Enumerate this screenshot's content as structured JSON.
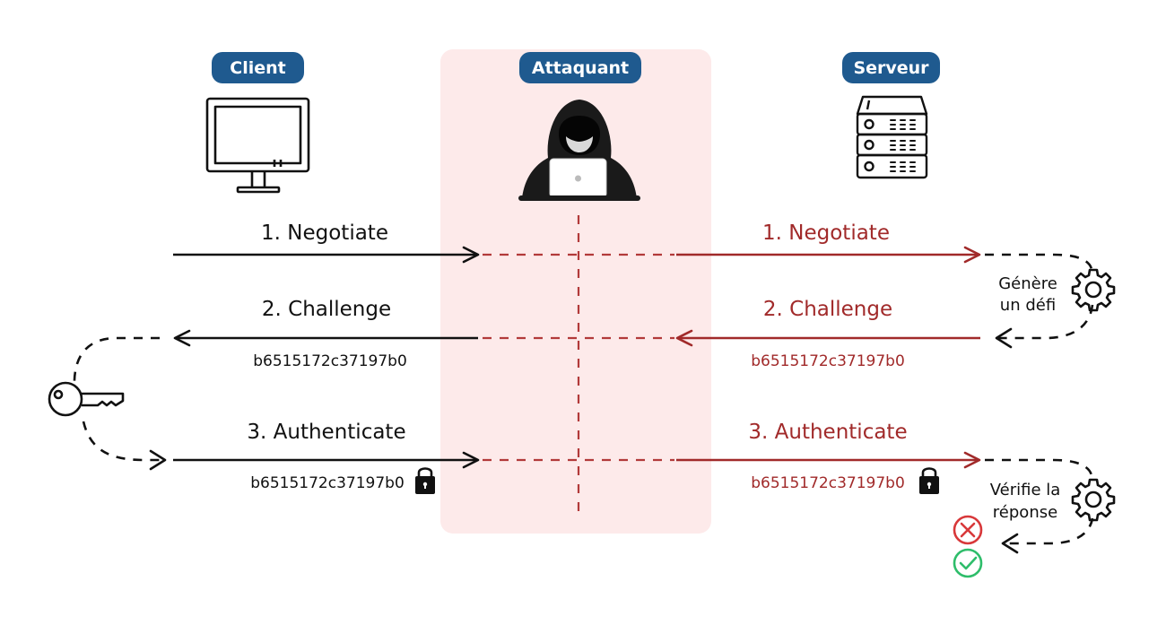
{
  "colors": {
    "black": "#111111",
    "red": "#a12a2a",
    "dashed_red": "#b23a3a",
    "pill_blue": "#1f5a8f",
    "attacker_zone": "#fdeaea",
    "error_red": "#d8383a",
    "ok_green": "#2ebd6a"
  },
  "roles": {
    "client": "Client",
    "attacker": "Attaquant",
    "server": "Serveur"
  },
  "icons": {
    "client": "monitor-icon",
    "attacker": "hooded-hacker-icon",
    "server": "server-rack-icon",
    "key": "key-icon",
    "gear": "gear-icon",
    "lock": "lock-icon",
    "error": "x-circle-icon",
    "ok": "check-circle-icon"
  },
  "client_side": {
    "step1": "1. Negotiate",
    "step2": "2. Challenge",
    "step2_value": "b6515172c37197b0",
    "step3": "3. Authenticate",
    "step3_value": "b6515172c37197b0"
  },
  "server_side": {
    "step1": "1. Negotiate",
    "step2": "2. Challenge",
    "step2_value": "b6515172c37197b0",
    "step3": "3. Authenticate",
    "step3_value": "b6515172c37197b0"
  },
  "server_notes": {
    "generate_line1": "Génère",
    "generate_line2": "un défi",
    "verify_line1": "Vérifie la",
    "verify_line2": "réponse"
  }
}
